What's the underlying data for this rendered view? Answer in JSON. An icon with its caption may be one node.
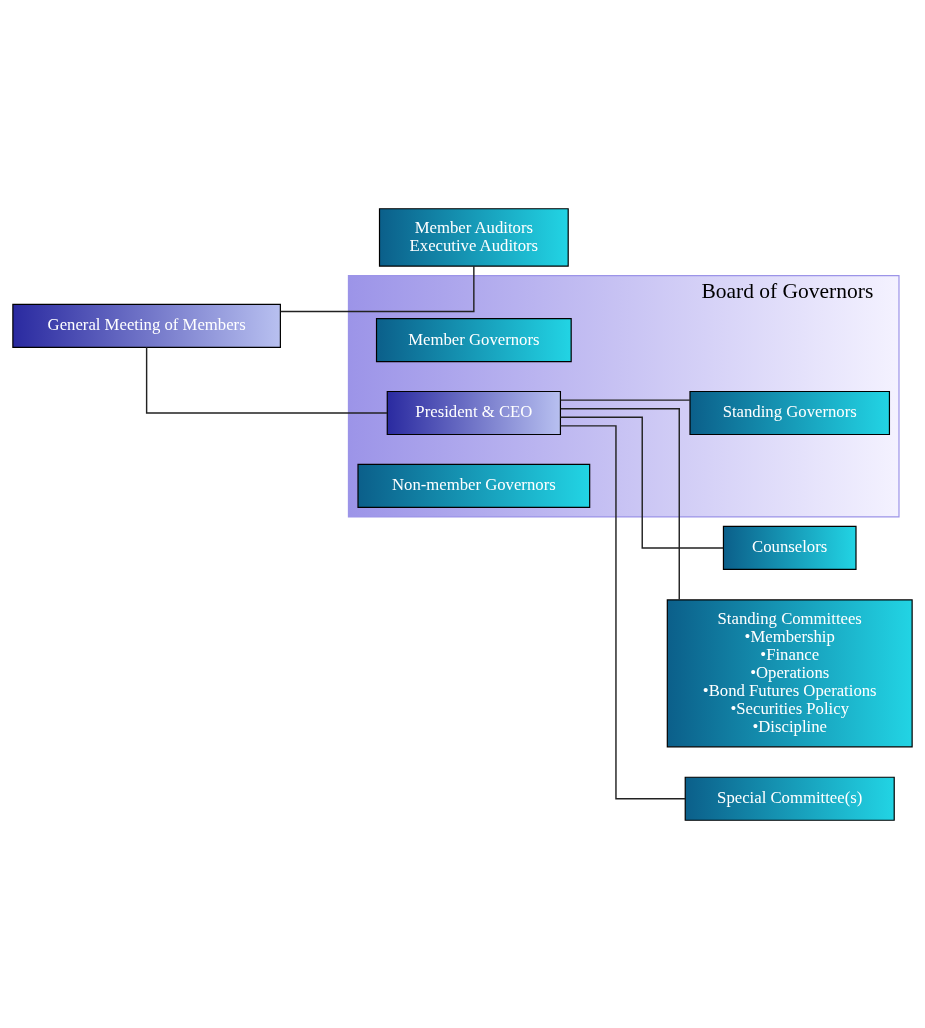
{
  "diagram": {
    "nodes": [
      {
        "text": [
          "Counselors"
        ]
      },
      {
        "text": [
          "Member Auditors",
          "Executive Auditors"
        ]
      },
      {
        "text": [
          "Board of Governors"
        ]
      },
      {
        "text": [
          "Member Governors"
        ],
        "in": 2
      },
      {
        "text": [
          "President & CEO"
        ],
        "in": 2
      },
      {
        "text": [
          "Standing Governors"
        ],
        "in": 2
      },
      {
        "text": [
          "Non-member Governors"
        ],
        "in": 2
      },
      {
        "text": [
          "General Meeting of Members"
        ]
      },
      {
        "text": [
          "Standing Committees",
          "•Membership",
          "•Finance",
          "•Operations",
          "•Bond Futures Operations",
          "•Securities Policy",
          "•Discipline"
        ]
      },
      {
        "text": [
          "Special Committee(s)"
        ]
      }
    ],
    "edges": [
      {
        "from": 4,
        "to": 0,
        "arrow": "none"
      },
      {
        "from": 7,
        "to": 1,
        "arrow": "none"
      },
      {
        "from": 7,
        "to": 4,
        "arrow": "none"
      },
      {
        "from": 4,
        "to": 5,
        "arrow": "none"
      },
      {
        "from": 4,
        "to": 8,
        "arrow": "none"
      },
      {
        "from": 4,
        "to": 9,
        "arrow": "none"
      }
    ]
  }
}
